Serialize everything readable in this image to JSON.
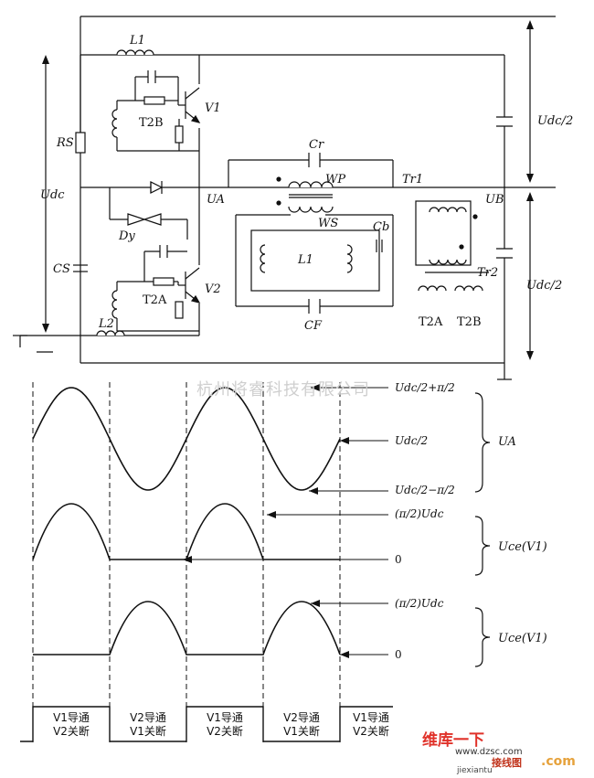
{
  "circuit": {
    "labels": {
      "L1_top": "L1",
      "V1": "V1",
      "T2B": "T2B",
      "RS": "RS",
      "Udc": "Udc",
      "Cr": "Cr",
      "WP": "WP",
      "Tr1": "Tr1",
      "UA": "UA",
      "UB": "UB",
      "Udc_half_top": "Udc/2",
      "Udc_half_bottom": "Udc/2",
      "Dy": "Dy",
      "WS": "WS",
      "Cb": "Cb",
      "L1_mid": "L1",
      "CS": "CS",
      "T2A": "T2A",
      "V2": "V2",
      "L2": "L2",
      "CF": "CF",
      "Tr2": "Tr2",
      "T2A_out": "T2A",
      "T2B_out": "T2B"
    }
  },
  "watermark": "杭州将睿科技有限公司",
  "waveforms": {
    "UA_max": "Udc/2+π/2",
    "UA_mid": "Udc/2",
    "UA_min": "Udc/2−π/2",
    "UA_name": "UA",
    "V1_peak": "(π/2)Udc",
    "V1_zero": "0",
    "V1_name": "Uce(V1)",
    "V2_peak": "(π/2)Udc",
    "V2_zero": "0",
    "V2_name": "Uce(V1)"
  },
  "states": [
    {
      "line1": "V1导通",
      "line2": "V2关断"
    },
    {
      "line1": "V2导通",
      "line2": "V1关断"
    },
    {
      "line1": "V1导通",
      "line2": "V2关断"
    },
    {
      "line1": "V2导通",
      "line2": "V1关断"
    },
    {
      "line1": "V1导通",
      "line2": "V2关断"
    }
  ],
  "logo": {
    "brand": "维库一下",
    "url": "www.dzsc.com",
    "cn": "接线图",
    "en": "jiexiantu",
    "com": ".com"
  }
}
